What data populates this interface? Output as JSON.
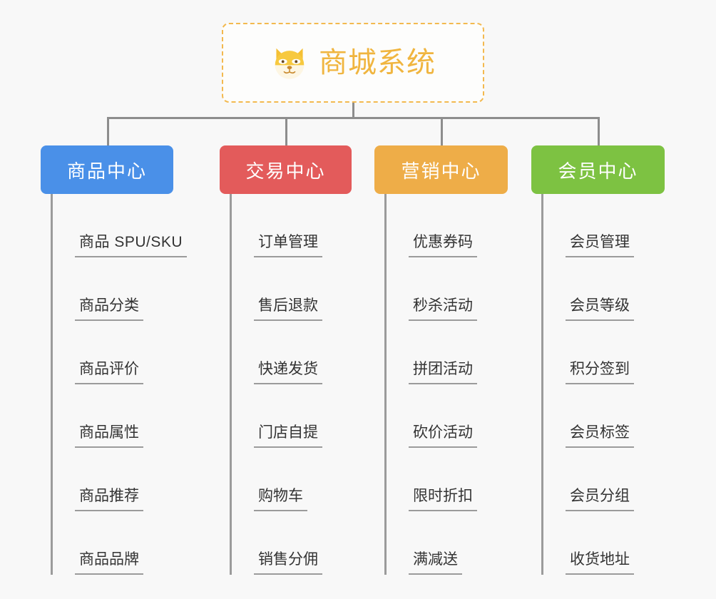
{
  "root": {
    "title": "商城系统",
    "icon": "shiba-dog-face-icon",
    "accent_color": "#f0b53f",
    "border_color": "#f3b94f"
  },
  "connector_color": "#8d8d8d",
  "background_color": "#f8f8f8",
  "branches": [
    {
      "label": "商品中心",
      "color": "#4a90e8",
      "items": [
        "商品 SPU/SKU",
        "商品分类",
        "商品评价",
        "商品属性",
        "商品推荐",
        "商品品牌"
      ]
    },
    {
      "label": "交易中心",
      "color": "#e35b5b",
      "items": [
        "订单管理",
        "售后退款",
        "快递发货",
        "门店自提",
        "购物车",
        "销售分佣"
      ]
    },
    {
      "label": "营销中心",
      "color": "#eead48",
      "items": [
        "优惠券码",
        "秒杀活动",
        "拼团活动",
        "砍价活动",
        "限时折扣",
        "满减送"
      ]
    },
    {
      "label": "会员中心",
      "color": "#7dc242",
      "items": [
        "会员管理",
        "会员等级",
        "积分签到",
        "会员标签",
        "会员分组",
        "收货地址"
      ]
    }
  ]
}
